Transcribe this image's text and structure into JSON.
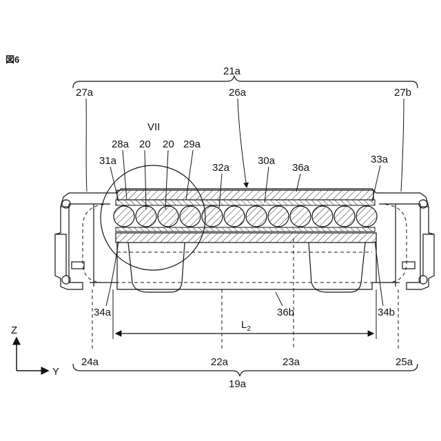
{
  "figure_label": "図6",
  "labels": {
    "l21a": "21a",
    "l27a": "27a",
    "l26a": "26a",
    "l27b": "27b",
    "lVII": "VII",
    "l28a": "28a",
    "l20_1": "20",
    "l20_2": "20",
    "l29a": "29a",
    "l31a": "31a",
    "l32a": "32a",
    "l30a": "30a",
    "l36a": "36a",
    "l33a": "33a",
    "l34a": "34a",
    "l34b": "34b",
    "l36b": "36b",
    "l24a": "24a",
    "l22a": "22a",
    "l23a": "23a",
    "l25a": "25a",
    "l19a": "19a",
    "lL": "L",
    "lLsub": "2",
    "axisZ": "Z",
    "axisY": "Y"
  },
  "cells": {
    "count": 12
  }
}
